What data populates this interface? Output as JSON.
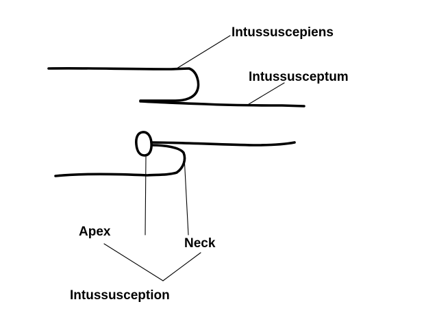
{
  "labels": {
    "intussuscipiens": "Intussuscepiens",
    "intussusceptum": "Intussusceptum",
    "apex": "Apex",
    "neck": "Neck",
    "intussusception": "Intussusception"
  },
  "colors": {
    "ink": "#000000",
    "background": "#ffffff"
  }
}
